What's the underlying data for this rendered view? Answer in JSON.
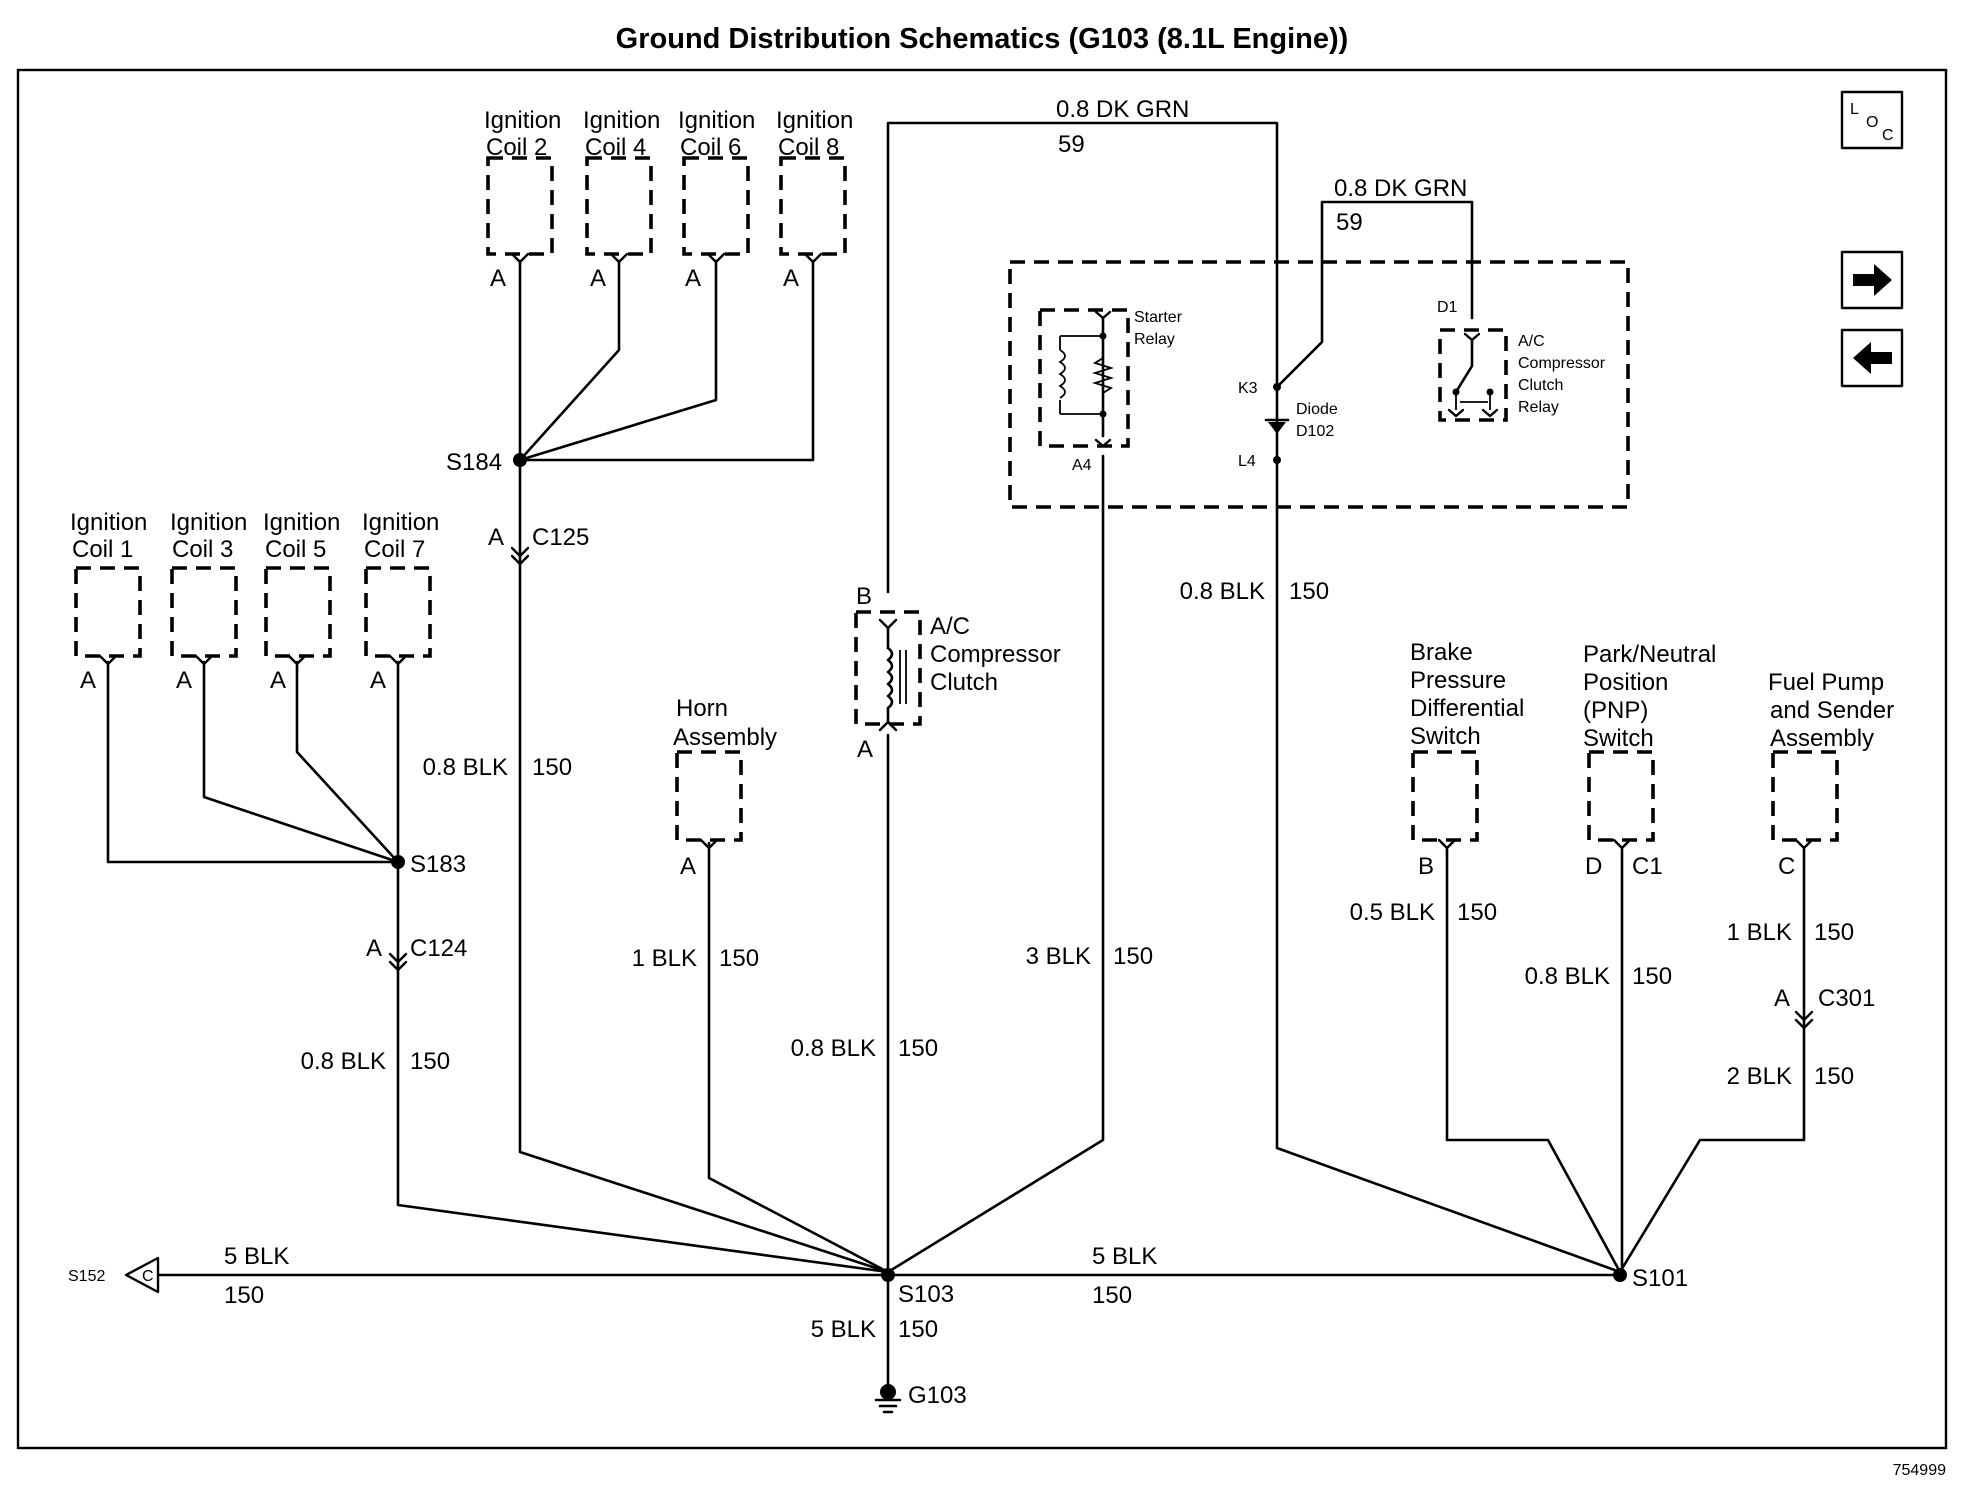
{
  "title": "Ground Distribution Schematics (G103 (8.1L Engine))",
  "figure_id": "754999",
  "icons": {
    "loc": "loc-icon",
    "next": "arrow-right-icon",
    "prev": "arrow-left-icon"
  },
  "loc_icon": {
    "l": "L",
    "o": "O",
    "c": "C"
  },
  "components": {
    "coil2": {
      "line1": "Ignition",
      "line2": "Coil 2",
      "pin": "A"
    },
    "coil4": {
      "line1": "Ignition",
      "line2": "Coil 4",
      "pin": "A"
    },
    "coil6": {
      "line1": "Ignition",
      "line2": "Coil 6",
      "pin": "A"
    },
    "coil8": {
      "line1": "Ignition",
      "line2": "Coil 8",
      "pin": "A"
    },
    "coil1": {
      "line1": "Ignition",
      "line2": "Coil 1",
      "pin": "A"
    },
    "coil3": {
      "line1": "Ignition",
      "line2": "Coil 3",
      "pin": "A"
    },
    "coil5": {
      "line1": "Ignition",
      "line2": "Coil 5",
      "pin": "A"
    },
    "coil7": {
      "line1": "Ignition",
      "line2": "Coil 7",
      "pin": "A"
    },
    "horn": {
      "line1": "Horn",
      "line2": "Assembly",
      "pin": "A"
    },
    "ac_clutch": {
      "line1": "A/C",
      "line2": "Compressor",
      "line3": "Clutch",
      "pin_top": "B",
      "pin_bottom": "A"
    },
    "starter_relay": {
      "line1": "Starter",
      "line2": "Relay",
      "pin": "A4"
    },
    "ac_relay": {
      "line1": "A/C",
      "line2": "Compressor",
      "line3": "Clutch",
      "line4": "Relay",
      "pin": "D1"
    },
    "diode": {
      "line1": "Diode",
      "line2": "D102",
      "pin_top": "K3",
      "pin_bottom": "L4"
    },
    "brake_switch": {
      "line1": "Brake",
      "line2": "Pressure",
      "line3": "Differential",
      "line4": "Switch",
      "pin": "B"
    },
    "pnp_switch": {
      "line1": "Park/Neutral",
      "line2": "Position",
      "line3": "(PNP)",
      "line4": "Switch",
      "pin": "D",
      "connector": "C1"
    },
    "fuel_pump": {
      "line1": "Fuel Pump",
      "line2": "and Sender",
      "line3": "Assembly",
      "pin": "C"
    }
  },
  "splices": {
    "s184": "S184",
    "s183": "S183",
    "s103": "S103",
    "s101": "S101",
    "s152": "S152"
  },
  "connectors": {
    "c125": {
      "pin": "A",
      "name": "C125"
    },
    "c124": {
      "pin": "A",
      "name": "C124"
    },
    "c301": {
      "pin": "A",
      "name": "C301"
    },
    "s152_pin": "C"
  },
  "ground": "G103",
  "wires": {
    "dkgrn_top": {
      "size": "0.8 DK GRN",
      "circuit": "59"
    },
    "dkgrn_relay": {
      "size": "0.8 DK GRN",
      "circuit": "59"
    },
    "coil_even": {
      "size": "0.8 BLK",
      "circuit": "150"
    },
    "coil_odd": {
      "size": "0.8 BLK",
      "circuit": "150"
    },
    "horn": {
      "size": "1 BLK",
      "circuit": "150"
    },
    "ac_clutch": {
      "size": "0.8 BLK",
      "circuit": "150"
    },
    "starter": {
      "size": "3 BLK",
      "circuit": "150"
    },
    "diode": {
      "size": "0.8 BLK",
      "circuit": "150"
    },
    "brake": {
      "size": "0.5 BLK",
      "circuit": "150"
    },
    "pnp": {
      "size": "0.8 BLK",
      "circuit": "150"
    },
    "fuel_upper": {
      "size": "1 BLK",
      "circuit": "150"
    },
    "fuel_lower": {
      "size": "2 BLK",
      "circuit": "150"
    },
    "left_main": {
      "size": "5 BLK",
      "circuit": "150"
    },
    "right_main": {
      "size": "5 BLK",
      "circuit": "150"
    },
    "ground_drop": {
      "size": "5 BLK",
      "circuit": "150"
    }
  }
}
